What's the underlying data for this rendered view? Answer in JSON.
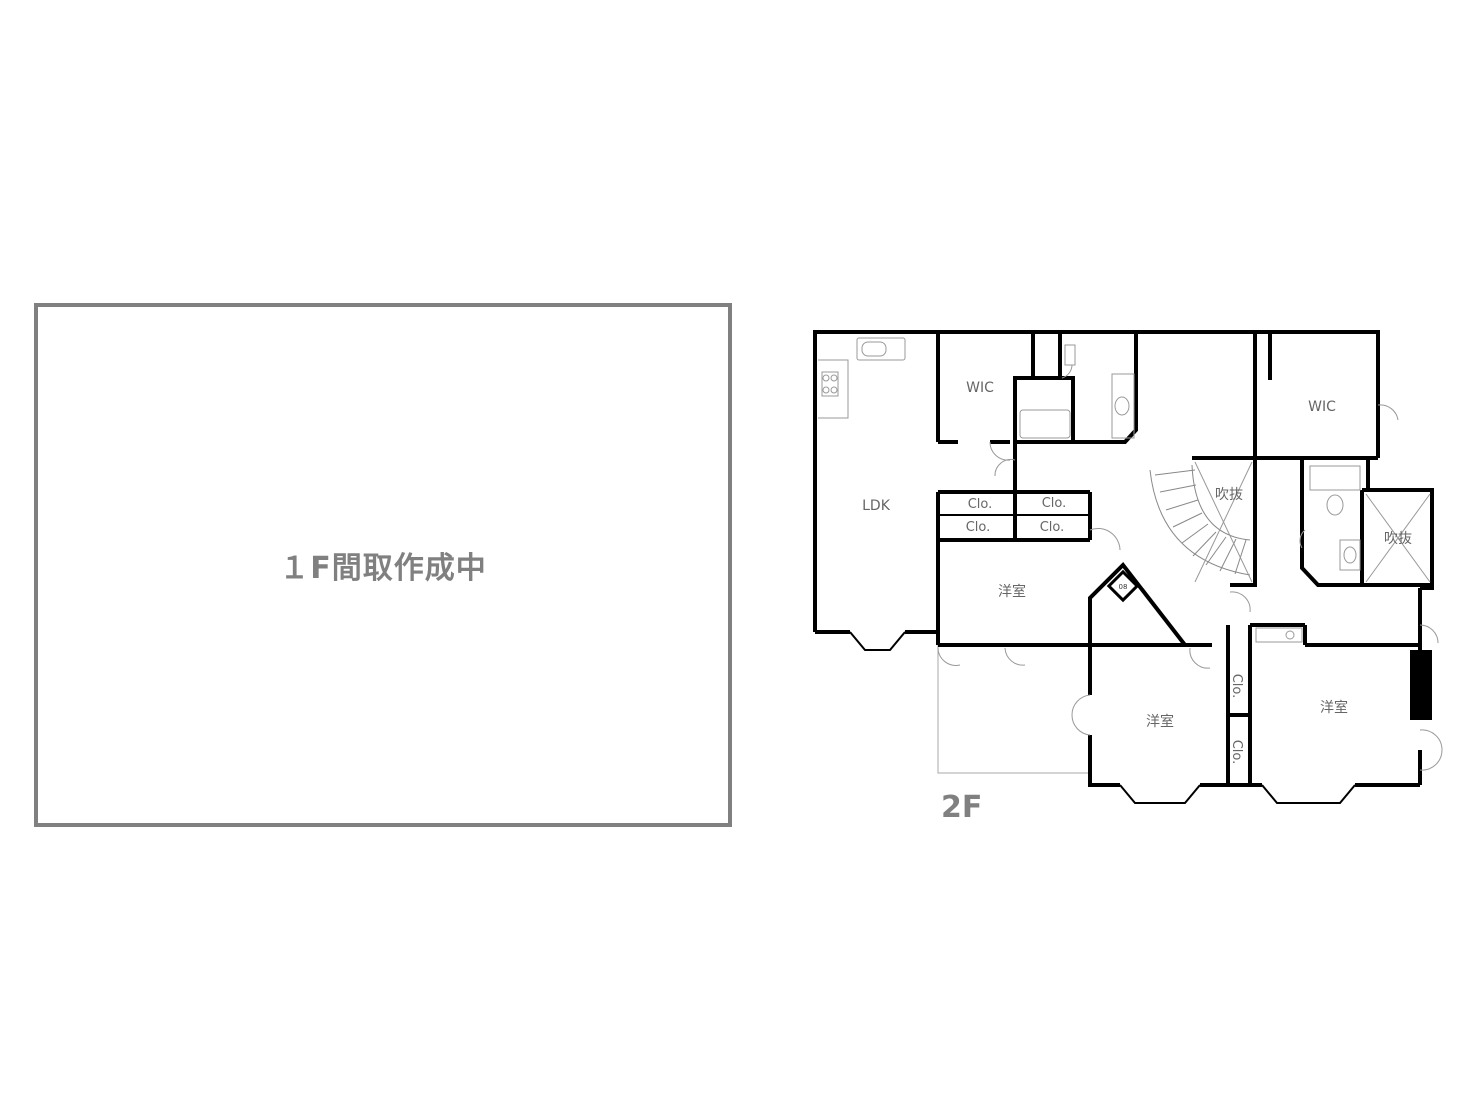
{
  "floor1": {
    "placeholder_text": "１F間取作成中"
  },
  "floor2": {
    "label": "2F",
    "rooms": {
      "ldk": "LDK",
      "wic_left": "WIC",
      "wic_right": "WIC",
      "clo_1": "Clo.",
      "clo_2": "Clo.",
      "clo_3": "Clo.",
      "clo_4": "Clo.",
      "clo_v1": "Clo.",
      "clo_v2": "Clo.",
      "fukinuke_1": "吹抜",
      "fukinuke_2": "吹抜",
      "yoshitsu_1": "洋室",
      "yoshitsu_2": "洋室",
      "yoshitsu_3": "洋室",
      "ps": "08"
    }
  },
  "colors": {
    "wall": "#000000",
    "label": "#808080",
    "thin_line": "#999999"
  }
}
